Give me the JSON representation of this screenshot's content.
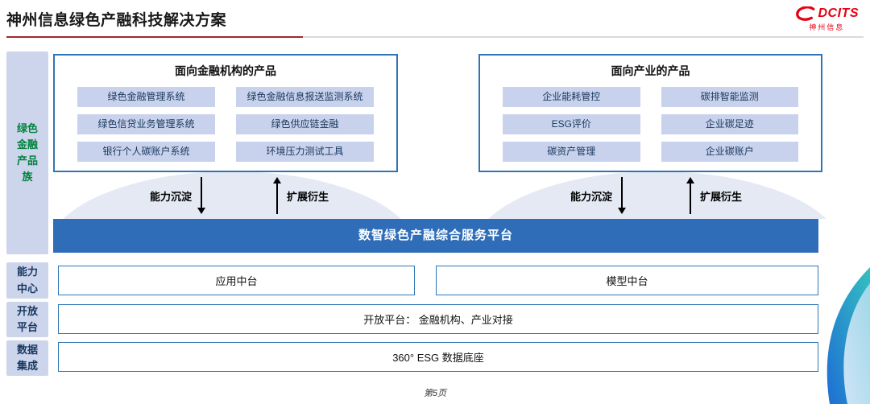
{
  "page": {
    "title": "神州信息绿色产融科技解决方案",
    "footer": "第5页"
  },
  "logo": {
    "text": "DCITS",
    "subtext": "神州信息"
  },
  "sidebar": {
    "items": [
      {
        "label": "绿色\n金融\n产品\n族"
      },
      {
        "label": "能力\n中心"
      },
      {
        "label": "开放\n平台"
      },
      {
        "label": "数据\n集成"
      }
    ]
  },
  "groups": [
    {
      "title": "面向金融机构的产品",
      "items": [
        "绿色金融管理系统",
        "绿色金融信息报送监测系统",
        "绿色信贷业务管理系统",
        "绿色供应链金融",
        "银行个人碳账户系统",
        "环境压力测试工具"
      ]
    },
    {
      "title": "面向产业的产品",
      "items": [
        "企业能耗管控",
        "碳排智能监测",
        "ESG评价",
        "企业碳足迹",
        "碳资产管理",
        "企业碳账户"
      ]
    }
  ],
  "arrows": {
    "down_label": "能力沉淀",
    "up_label": "扩展衍生"
  },
  "platform": {
    "title": "数智绿色产融综合服务平台"
  },
  "middle_rows": {
    "capability": [
      "应用中台",
      "模型中台"
    ],
    "open": "开放平台： 金融机构、产业对接",
    "data": "360° ESG 数据底座"
  },
  "colors": {
    "accent_red": "#9e2a2b",
    "logo_red": "#e60012",
    "border_blue": "#2e75b6",
    "item_bg": "#c9d2ec",
    "sidebar_bg": "#cdd5ec",
    "platform_bg": "#2f6db8",
    "sidebar_green": "#00833e",
    "sidebar_navy": "#17375e",
    "arc_bg": "#e4e9f3",
    "swoosh_teal": "#35c0c0",
    "swoosh_blue": "#1e6ed4"
  }
}
